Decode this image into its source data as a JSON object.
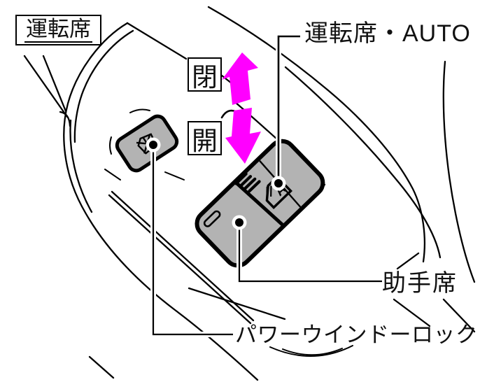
{
  "labels": {
    "driver_seat": "運転席",
    "driver_auto": "運転席・AUTO",
    "close": "閉",
    "open": "開",
    "passenger_seat": "助手席",
    "power_window_lock": "パワーウインドーロック"
  },
  "icons": {
    "auto_window_letter": "A",
    "auto_window_icon": "window-with-A-auto-icon",
    "lock_icon": "crossed-window-lock-icon",
    "close_arrow": "up-arrow",
    "open_arrow": "down-arrow"
  },
  "colors": {
    "arrow": "#FF00FF",
    "switch_fill": "#B3B3B3",
    "line": "#000000",
    "background": "#FFFFFF"
  }
}
